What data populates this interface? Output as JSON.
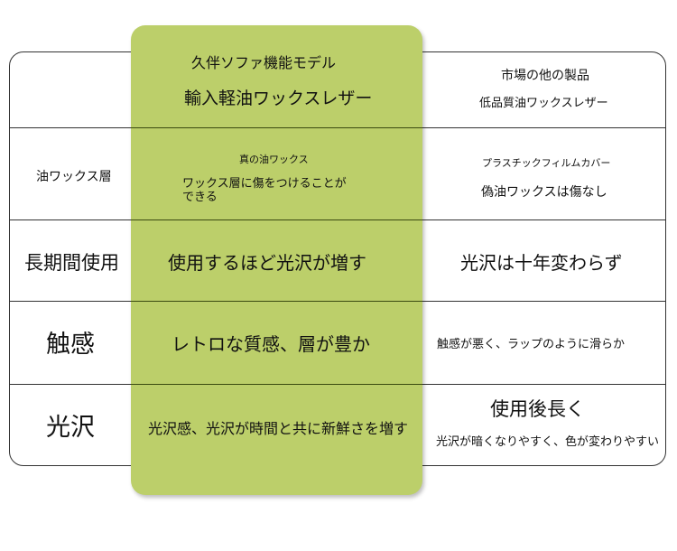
{
  "header": {
    "product_line1": "久伴ソファ機能モデル",
    "product_line2": "輸入軽油ワックスレザー",
    "other_line1": "市場の他の製品",
    "other_line2": "低品質油ワックスレザー"
  },
  "rows": [
    {
      "label": "油ワックス層",
      "ours_title": "真の油ワックス",
      "ours_line1": "ワックス層に傷をつけることが",
      "ours_line2": "できる",
      "other_title": "プラスチックフィルムカバー",
      "other_desc": "偽油ワックスは傷なし"
    },
    {
      "label": "長期間使用",
      "ours": "使用するほど光沢が増す",
      "other": "光沢は十年変わらず"
    },
    {
      "label": "触感",
      "ours": "レトロな質感、層が豊か",
      "other": "触感が悪く、ラップのように滑らか"
    },
    {
      "label": "光沢",
      "ours": "光沢感、光沢が時間と共に新鮮さを増す",
      "other_title": "使用後長く",
      "other_desc": "光沢が暗くなりやすく、色が変わりやすい"
    }
  ],
  "colors": {
    "highlight": "#bccf6a"
  }
}
